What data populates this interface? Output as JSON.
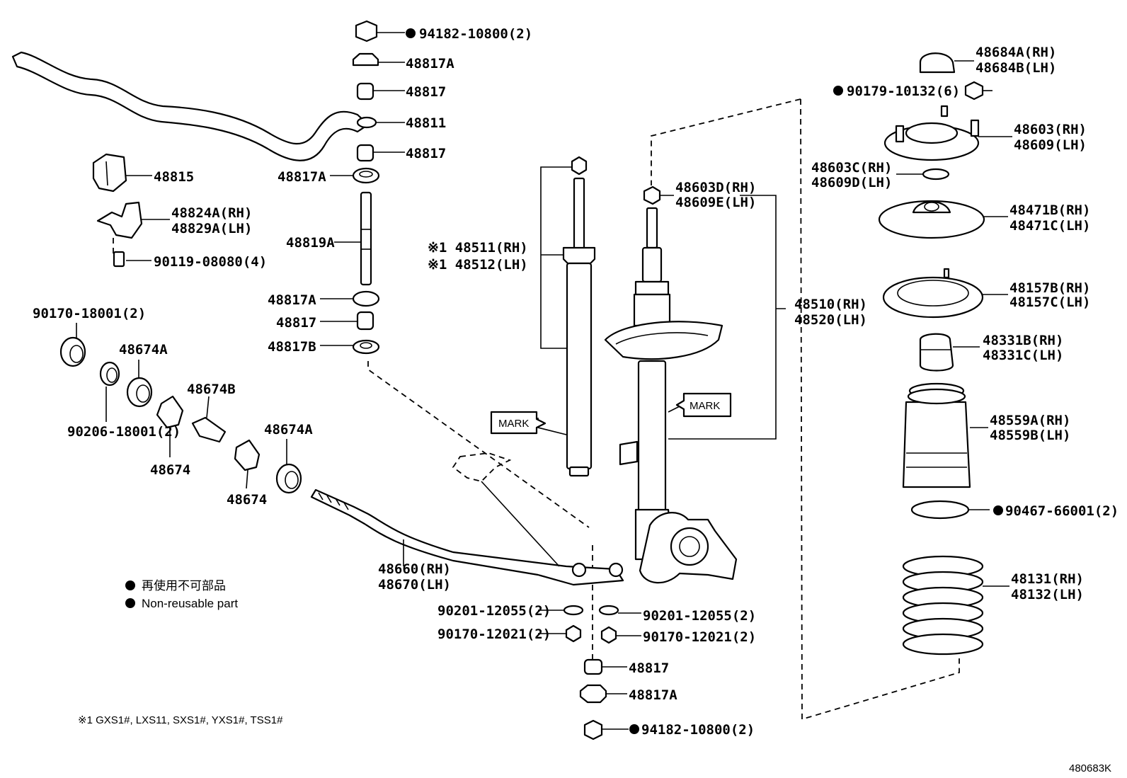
{
  "labels": {
    "p_94182_top": "94182-10800(2)",
    "p_48817A_1": "48817A",
    "p_48817_1": "48817",
    "p_48811": "48811",
    "p_48817_2": "48817",
    "p_48817A_2": "48817A",
    "p_48815": "48815",
    "p_48824A": "48824A(RH)",
    "p_48829A": "48829A(LH)",
    "p_48819A": "48819A",
    "p_90119": "90119-08080(4)",
    "p_48817A_3": "48817A",
    "p_48817_3": "48817",
    "p_48817B": "48817B",
    "p_90170_18001": "90170-18001(2)",
    "p_48674A_1": "48674A",
    "p_48674B": "48674B",
    "p_90206": "90206-18001(2)",
    "p_48674_1": "48674",
    "p_48674A_2": "48674A",
    "p_48674_2": "48674",
    "p_48511": "※1 48511(RH)",
    "p_48512": "※1 48512(LH)",
    "p_48603D": "48603D(RH)",
    "p_48609E": "48609E(LH)",
    "p_48510": "48510(RH)",
    "p_48520": "48520(LH)",
    "p_48684A": "48684A(RH)",
    "p_48684B": "48684B(LH)",
    "p_90179": "90179-10132(6)",
    "p_48603": "48603(RH)",
    "p_48609": "48609(LH)",
    "p_48603C": "48603C(RH)",
    "p_48609D": "48609D(LH)",
    "p_48471B": "48471B(RH)",
    "p_48471C": "48471C(LH)",
    "p_48157B": "48157B(RH)",
    "p_48157C": "48157C(LH)",
    "p_48331B": "48331B(RH)",
    "p_48331C": "48331C(LH)",
    "p_48559A": "48559A(RH)",
    "p_48559B": "48559B(LH)",
    "p_90467": "90467-66001(2)",
    "p_48131": "48131(RH)",
    "p_48132": "48132(LH)",
    "p_48660": "48660(RH)",
    "p_48670": "48670(LH)",
    "p_90201_left": "90201-12055(2)",
    "p_90170_left": "90170-12021(2)",
    "p_90201_right": "90201-12055(2)",
    "p_90170_right": "90170-12021(2)",
    "p_48817_4": "48817",
    "p_48817A_4": "48817A",
    "p_94182_bottom": "94182-10800(2)"
  },
  "marks": {
    "left": "MARK",
    "right": "MARK"
  },
  "legend": {
    "jp": "再使用不可部品",
    "en": "Non-reusable part"
  },
  "footnote": "※1  GXS1#, LXS11, SXS1#, YXS1#, TSS1#",
  "diagram_id": "480683K"
}
